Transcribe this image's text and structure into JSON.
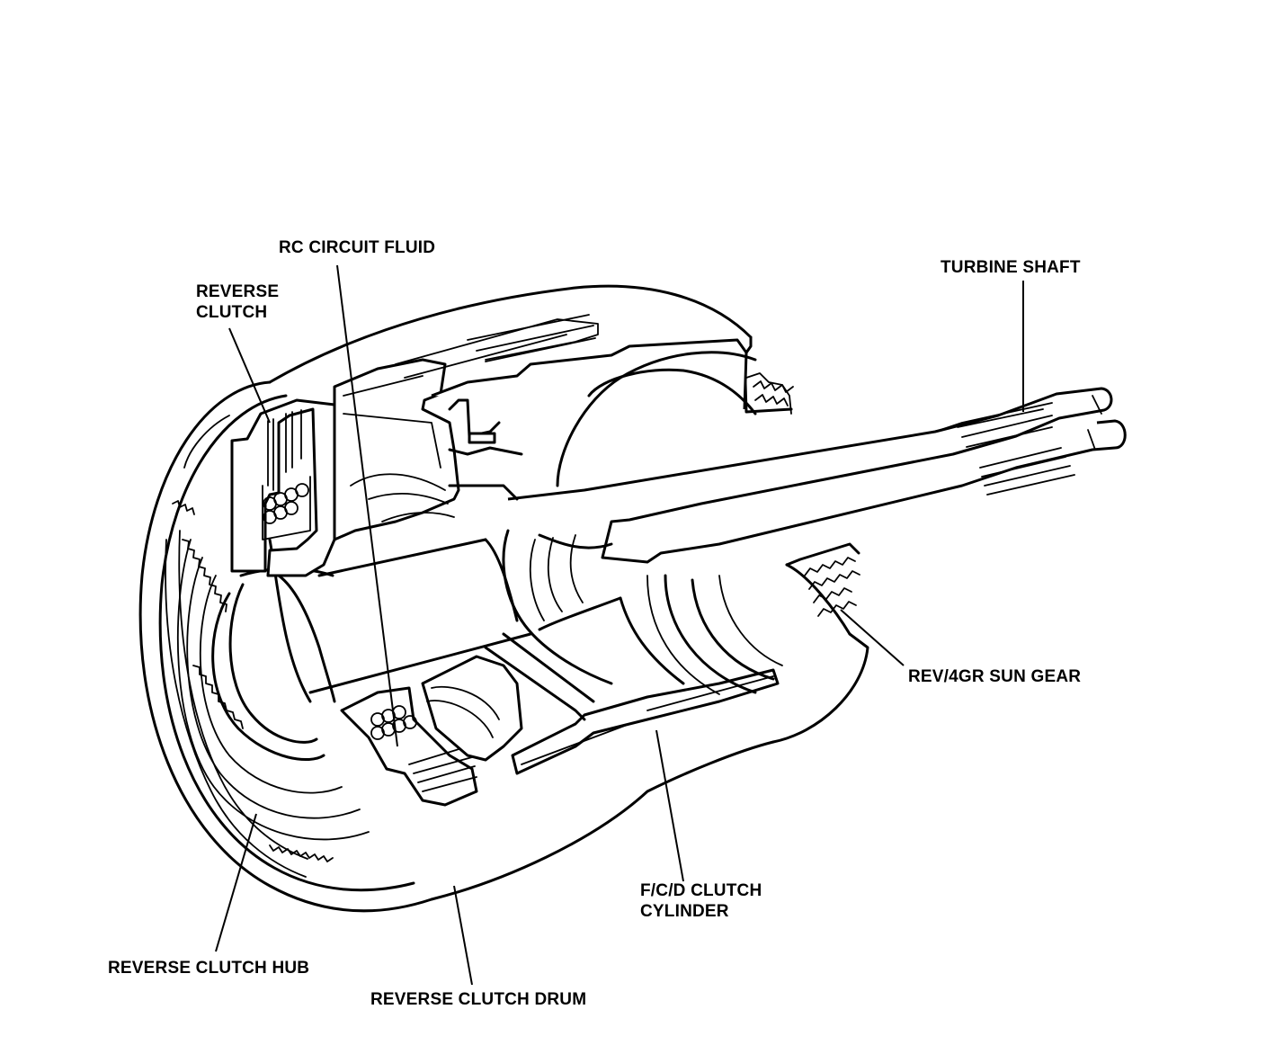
{
  "labels": {
    "rc_circuit_fluid": "RC CIRCUIT FLUID",
    "turbine_shaft": "TURBINE SHAFT",
    "reverse_clutch_line1": "REVERSE",
    "reverse_clutch_line2": "CLUTCH",
    "rev_4gr_sun_gear": "REV/4GR SUN GEAR",
    "fcd_clutch_line1": "F/C/D CLUTCH",
    "fcd_clutch_line2": "CYLINDER",
    "reverse_clutch_hub": "REVERSE CLUTCH HUB",
    "reverse_clutch_drum": "REVERSE CLUTCH DRUM"
  }
}
